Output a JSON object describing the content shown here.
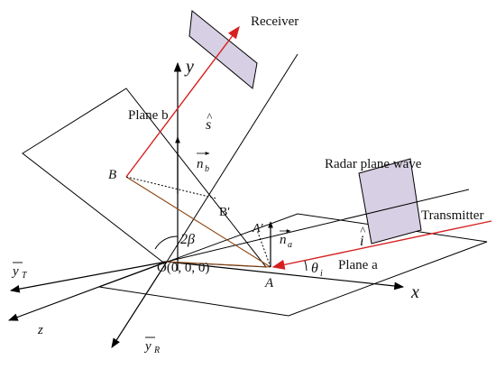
{
  "labels": {
    "receiver": "Receiver",
    "transmitter": "Transmitter",
    "radar_plane_wave": "Radar plane wave",
    "plane_a": "Plane a",
    "plane_b": "Plane b",
    "axis_x": "x",
    "axis_y": "y",
    "axis_z": "z",
    "axis_yT": "y",
    "axis_yT_sub": "T",
    "axis_yR": "y",
    "axis_yR_sub": "R",
    "origin": "O",
    "origin_coords": "(0, 0, 0)",
    "point_A": "A",
    "point_A_prime": "A'",
    "point_B": "B",
    "point_B_prime": "B'",
    "angle_2beta": "2β",
    "theta": "θ",
    "theta_sub": "i",
    "vec_s": "s",
    "vec_i": "i",
    "vec_i_hat": "^",
    "vec_s_hat": "^",
    "vec_nb": "n",
    "vec_nb_sub": "b",
    "vec_na": "n",
    "vec_na_sub": "a"
  },
  "colors": {
    "incident_ray": "#d62020",
    "scattered_ray": "#d62020",
    "brown_lines": "#8b4513",
    "wavefront_fill": "#d7cfe3",
    "axes": "#000000"
  }
}
